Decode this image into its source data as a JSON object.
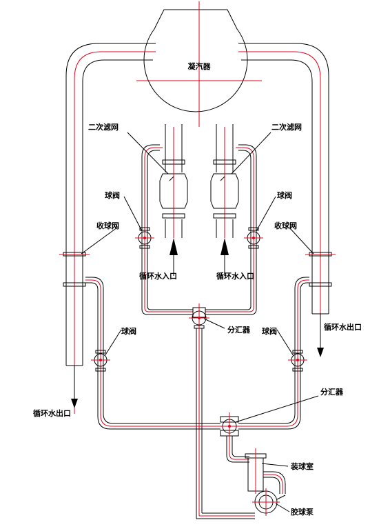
{
  "labels": {
    "condenser": "凝汽器",
    "secondary_filter_left": "二次滤网",
    "secondary_filter_right": "二次滤网",
    "ball_valve_upper_left": "球阀",
    "ball_valve_upper_right": "球阀",
    "collector_left": "收球网",
    "collector_right": "收球网",
    "inlet_left": "循环水入口",
    "inlet_right": "循环水入口",
    "manifold_upper": "分汇器",
    "ball_valve_lower_left": "球阀",
    "ball_valve_lower_right": "球阀",
    "outlet_left": "循环水出口",
    "outlet_right": "循环水出口",
    "manifold_lower": "分汇器",
    "ball_chamber": "装球室",
    "ball_pump": "胶球泵"
  },
  "colors": {
    "pipe": "#000000",
    "centerline": "#e4001b"
  }
}
